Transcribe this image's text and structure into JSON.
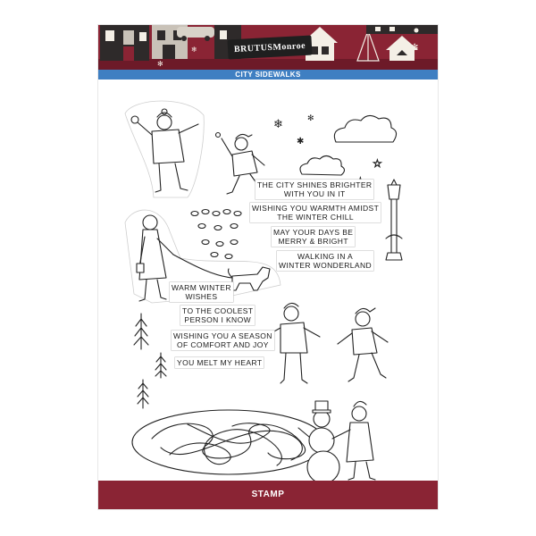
{
  "product": {
    "brand": "BRUTUSMonroe",
    "set_name": "CITY SIDEWALKS",
    "footer_label": "STAMP"
  },
  "sentiments": [
    "THE CITY SHINES BRIGHTER\nWITH YOU IN IT",
    "WISHING YOU WARMTH AMIDST\nTHE WINTER CHILL",
    "MAY YOUR DAYS BE\nMERRY & BRIGHT",
    "WALKING IN A\nWINTER WONDERLAND",
    "WARM WINTER\nWISHES",
    "TO THE COOLEST\nPERSON I KNOW",
    "WISHING YOU A SEASON\nOF COMFORT AND JOY",
    "YOU MELT MY HEART"
  ],
  "colors": {
    "header_red": "#8a2434",
    "title_blue": "#3f7fc2",
    "ink": "#222222"
  }
}
